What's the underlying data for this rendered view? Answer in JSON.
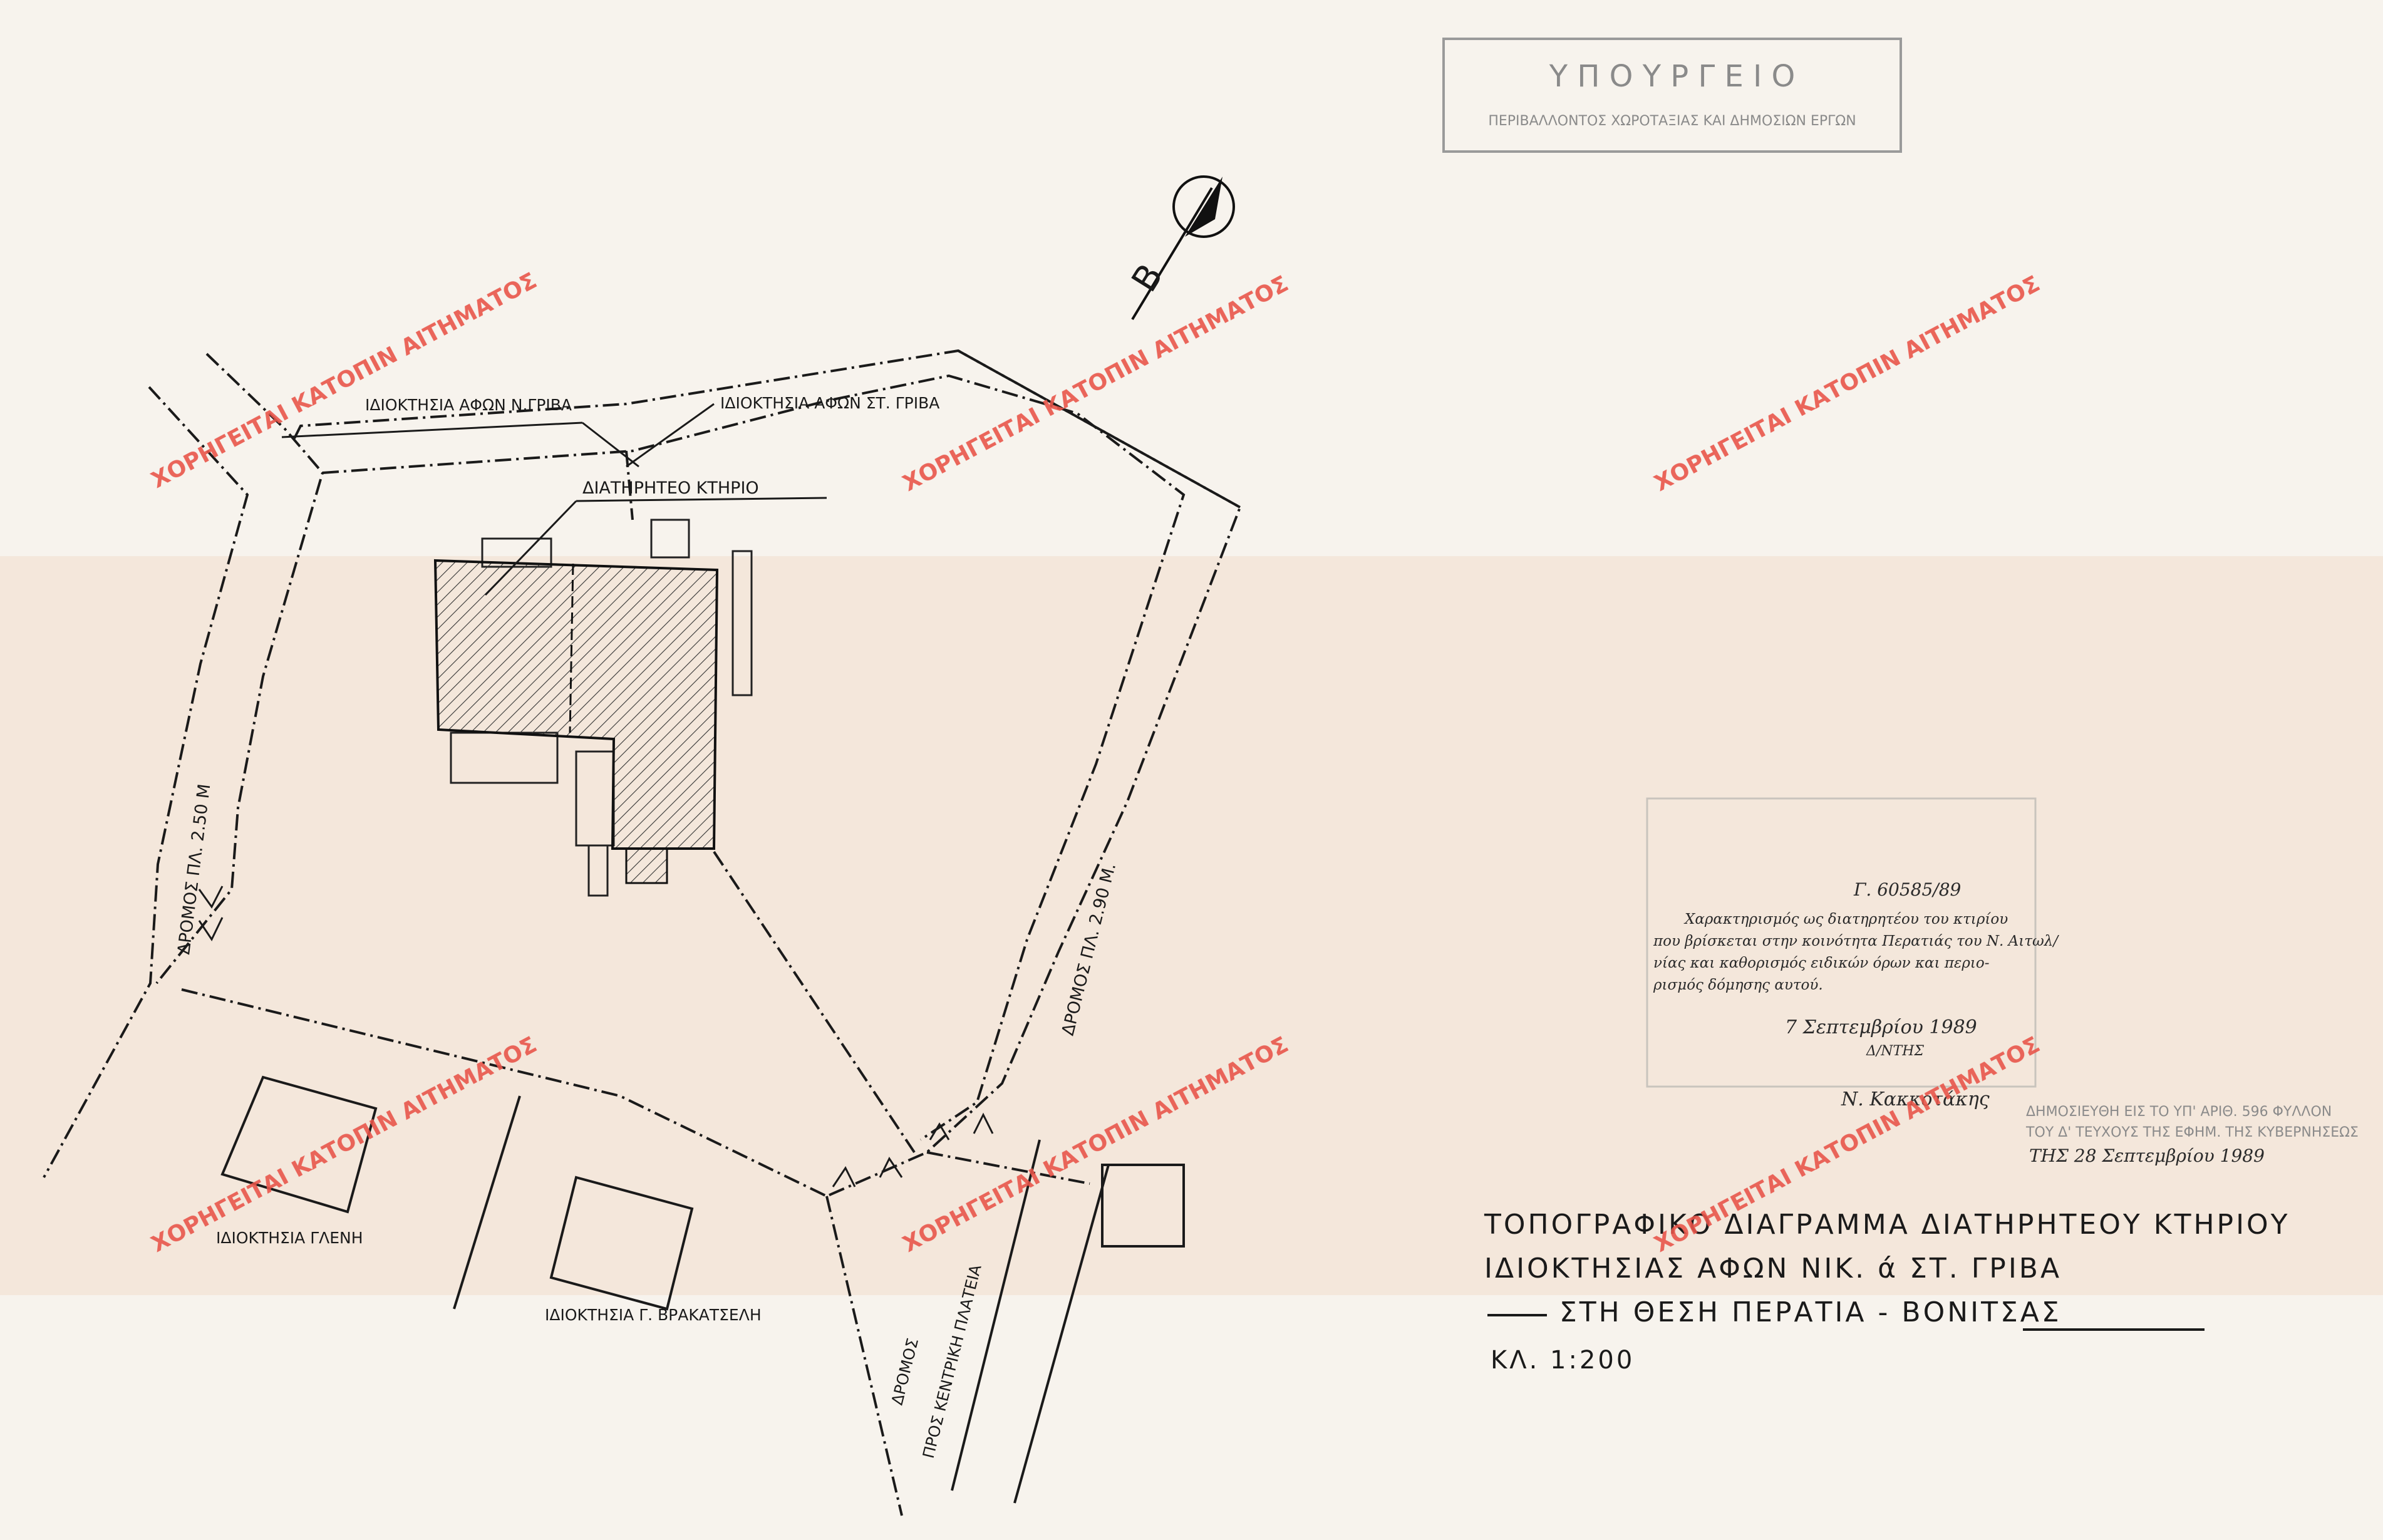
{
  "labels": {
    "property_n_griva": "ΙΔΙΟΚΤΗΣΙΑ ΑΦΩΝ Ν.ΓΡΙΒΑ",
    "property_st_griva": "ΙΔΙΟΚΤΗΣΙΑ ΑΦΩΝ ΣΤ. ΓΡΙΒΑ",
    "listed_building": "ΔΙΑΤΗΡΗΤΕΟ ΚΤΗΡΙΟ",
    "road_left": "ΔΡΟΜΟΣ  ΠΛ. 2.50 Μ",
    "road_right": "ΔΡΟΜΟΣ  ΠΛ. 2.90 Μ.",
    "property_gleni": "ΙΔΙΟΚΤΗΣΙΑ ΓΛΕΝΗ",
    "property_vrakatseli": "ΙΔΙΟΚΤΗΣΙΑ Γ. ΒΡΑΚΑΤΣΕΛΗ",
    "road_to_square_1": "ΔΡΟΜΟΣ",
    "road_to_square_2": "ΠΡΟΣ ΚΕΝΤΡΙΚΗ ΠΛΑΤΕΙΑ"
  },
  "title_block": {
    "line1": "ΤΟΠΟΓΡΑΦΙΚΟ ΔΙΑΓΡΑΜΜΑ ΔΙΑΤΗΡΗΤΕΟΥ ΚΤΗΡΙΟΥ",
    "line2": "ΙΔΙΟΚΤΗΣΙΑΣ  ΑΦΩΝ  ΝΙΚ. ά  ΣΤ.      ΓΡΙΒΑ",
    "line3": "ΣΤΗ  ΘΕΣΗ  ΠΕΡΑΤΙΑ  -  ΒΟΝΙΤΣΑΣ",
    "scale": "ΚΛ. 1:200"
  },
  "ministry_stamp": {
    "line1": "Υ Π Ο Υ Ρ Γ Ε Ι Ο",
    "line2": "ΠΕΡΙΒΑΛΛΟΝΤΟΣ   ΧΩΡΟΤΑΞΙΑΣ  ΚΑΙ  ΔΗΜΟΣΙΩΝ  ΕΡΓΩΝ"
  },
  "approval_note": {
    "ref": "Γ. 60585/89",
    "text_lines": [
      "Χαρακτηρισμός ως διατηρητέου του κτιρίου",
      "που βρίσκεται στην κοινότητα Περατιάς του Ν. Αιτωλ/",
      "νίας και καθορισμός ειδικών όρων και περιο-",
      "ρισμός δόμησης αυτού."
    ],
    "date": "7 Σεπτεμβρίου 1989",
    "role": "Δ/ΝΤΗΣ",
    "signature": "Ν. Κακκοτάκης"
  },
  "publication_stamp": {
    "line1": "ΔΗΜΟΣΙΕΥΘΗ ΕΙΣ ΤΟ ΥΠ' ΑΡΙΘ. 596 ΦΥΛΛΟΝ",
    "line2": "ΤΟΥ Δ' ΤΕΥΧΟΥΣ ΤΗΣ ΕΦΗΜ. ΤΗΣ ΚΥΒΕΡΝΗΣΕΩΣ",
    "line3": "ΤΗΣ   28 Σεπτεμβρίου   1989"
  },
  "north_letter": "Β",
  "watermark_text": "ΧΟΡΗΓΕΙΤΑΙ ΚΑΤΟΠΙΝ ΑΙΤΗΜΑΤΟΣ",
  "colors": {
    "paper": "#f7f3ed",
    "band": "#f4e7db",
    "ink": "#1a1a1a",
    "watermark": "#e8554a"
  }
}
